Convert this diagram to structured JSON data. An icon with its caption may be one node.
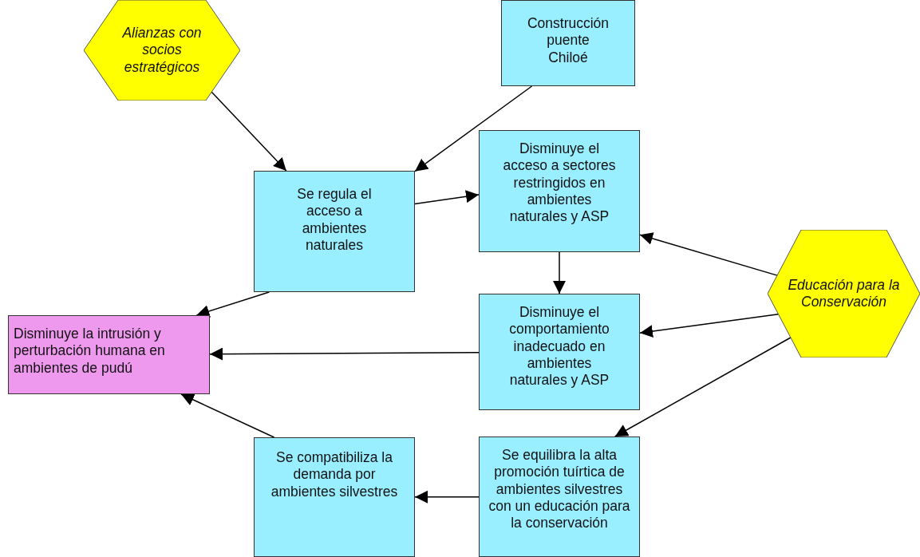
{
  "diagram": {
    "nodes": [
      {
        "text": [
          "Alianzas con socios estratégicos"
        ]
      },
      {
        "text": [
          "Construcción puente Chiloé"
        ]
      },
      {
        "text": [
          "Se regula el acceso a ambientes naturales"
        ]
      },
      {
        "text": [
          "Disminuye el acceso a sectores restringidos en ambientes naturales y ASP"
        ]
      },
      {
        "text": [
          "Educación para la Conservación"
        ]
      },
      {
        "text": [
          "Disminuye la intrusión y perturbación humana en ambientes de pudú"
        ]
      },
      {
        "text": [
          "Disminuye el comportamiento inadecuado en ambientes naturales y ASP"
        ]
      },
      {
        "text": [
          "Se compatibiliza la demanda por ambientes silvestres"
        ]
      },
      {
        "text": [
          "Se equilibra la alta promoción tuírtica de ambientes silvestres con un educación para la conservación"
        ]
      }
    ],
    "edges": [
      {
        "from": 0,
        "to": 2,
        "arrow": "to"
      },
      {
        "from": 1,
        "to": 2,
        "arrow": "to"
      },
      {
        "from": 2,
        "to": 3,
        "arrow": "to"
      },
      {
        "from": 3,
        "to": 6,
        "arrow": "to"
      },
      {
        "from": 4,
        "to": 3,
        "arrow": "to"
      },
      {
        "from": 4,
        "to": 6,
        "arrow": "to"
      },
      {
        "from": 4,
        "to": 8,
        "arrow": "to"
      },
      {
        "from": 2,
        "to": 5,
        "arrow": "to"
      },
      {
        "from": 6,
        "to": 5,
        "arrow": "to"
      },
      {
        "from": 8,
        "to": 7,
        "arrow": "to"
      },
      {
        "from": 7,
        "to": 5,
        "arrow": "to"
      }
    ]
  }
}
